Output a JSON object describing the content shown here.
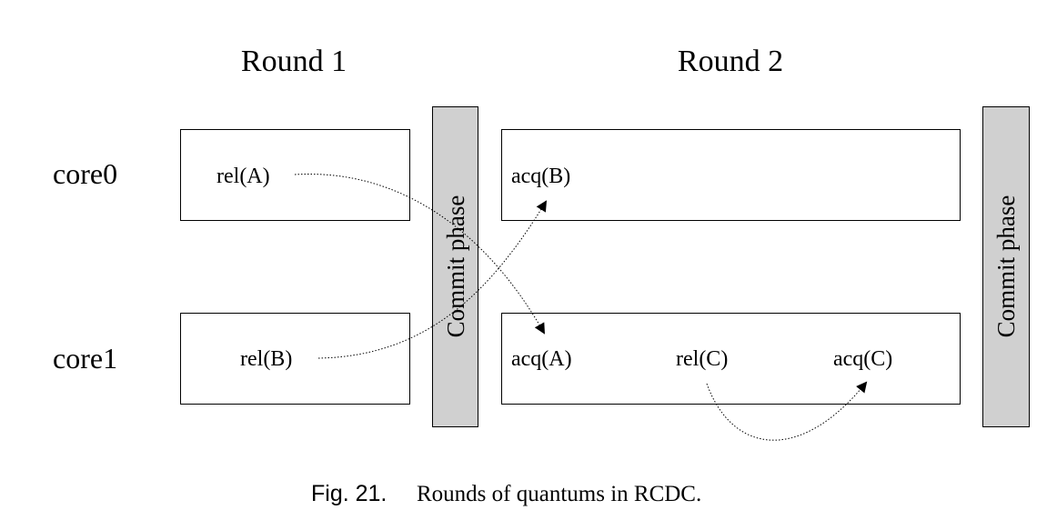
{
  "rounds": [
    "Round 1",
    "Round 2"
  ],
  "cores": [
    "core0",
    "core1"
  ],
  "commit_label": "Commit phase",
  "round1": {
    "core0_op": "rel(A)",
    "core1_op": "rel(B)"
  },
  "round2": {
    "core0_op": "acq(B)",
    "core1_ops": [
      "acq(A)",
      "rel(C)",
      "acq(C)"
    ]
  },
  "caption": {
    "number": "Fig. 21.",
    "text": "Rounds of quantums in RCDC."
  }
}
